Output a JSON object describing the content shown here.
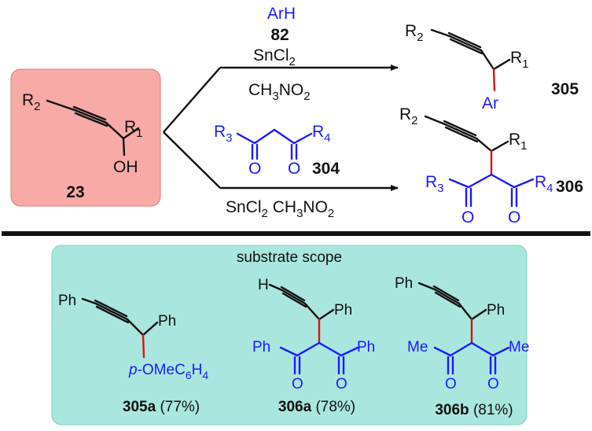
{
  "colors": {
    "black": "#111111",
    "reagent_blue": "#1a1aff",
    "new_bond_red": "#e01010",
    "substrate_box": "#f7aaa6",
    "substrate_box_border": "#e07a75",
    "scope_box": "#a9e6dd",
    "scope_box_border": "#7fcfc2"
  },
  "substrate": {
    "r2": "R",
    "r2_sub": "2",
    "r1": "R",
    "r1_sub": "1",
    "oh": "OH",
    "number": "23"
  },
  "top_reaction": {
    "reagent": "ArH",
    "reagent_number": "82",
    "catalyst": "SnCl",
    "catalyst_sub": "2",
    "solvent_a": "CH",
    "solvent_sub1": "3",
    "solvent_b": "NO",
    "solvent_sub2": "2"
  },
  "product_305": {
    "r2": "R",
    "r2_sub": "2",
    "r1": "R",
    "r1_sub": "1",
    "ar": "Ar",
    "number": "305"
  },
  "reagent_304": {
    "r3": "R",
    "r3_sub": "3",
    "r4": "R",
    "r4_sub": "4",
    "o_left": "O",
    "o_right": "O",
    "number": "304"
  },
  "bottom_reaction": {
    "catalyst": "SnCl",
    "catalyst_sub": "2",
    "solvent_a": "CH",
    "solvent_sub1": "3",
    "solvent_b": "NO",
    "solvent_sub2": "2"
  },
  "product_306": {
    "r2": "R",
    "r2_sub": "2",
    "r1": "R",
    "r1_sub": "1",
    "r3": "R",
    "r3_sub": "3",
    "r4": "R",
    "r4_sub": "4",
    "o_left": "O",
    "o_right": "O",
    "number": "306"
  },
  "scope": {
    "title": "substrate scope",
    "ex_305a": {
      "ph_top": "Ph",
      "ph_right": "Ph",
      "aryl_prefix": "p",
      "aryl_main": "-OMeC",
      "aryl_sub1": "6",
      "aryl_h": "H",
      "aryl_sub2": "4",
      "number": "305a",
      "yield": "(77%)"
    },
    "ex_306a": {
      "h": "H",
      "ph_right": "Ph",
      "ph_left": "Ph",
      "ph_ketone": "Ph",
      "o_left": "O",
      "o_right": "O",
      "number": "306a",
      "yield": "(78%)"
    },
    "ex_306b": {
      "ph_top": "Ph",
      "ph_right": "Ph",
      "me_left": "Me",
      "me_right": "Me",
      "o_left": "O",
      "o_right": "O",
      "number": "306b",
      "yield": "(81%)"
    }
  }
}
